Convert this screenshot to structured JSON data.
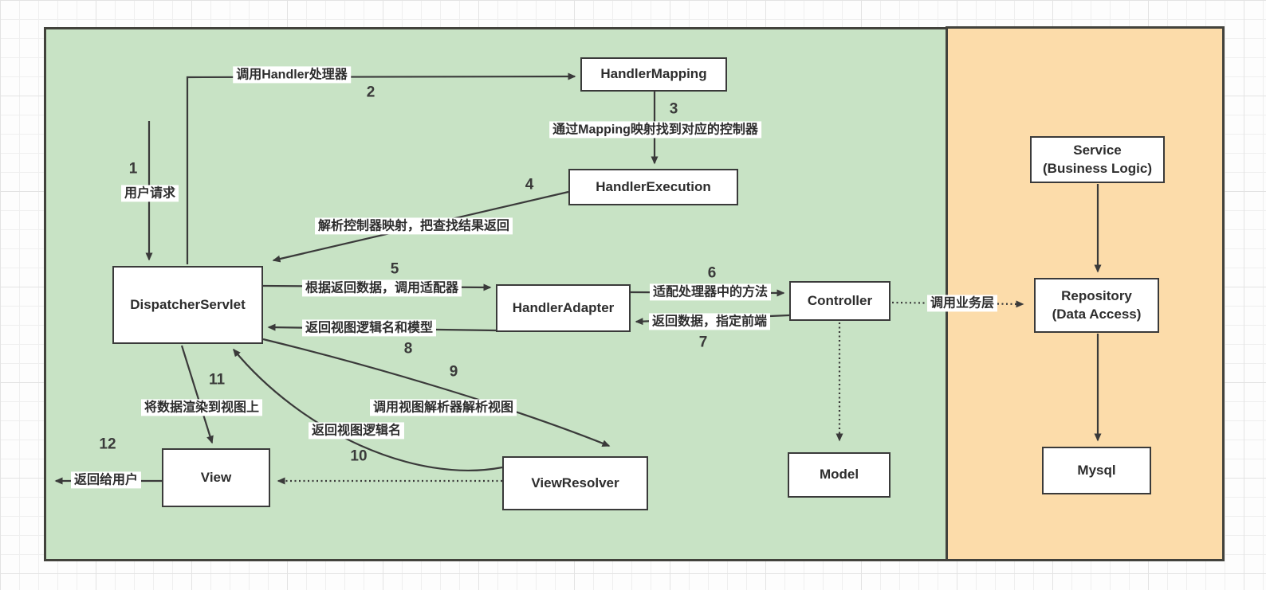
{
  "diagram": {
    "colors": {
      "web_panel_fill": "#c8e3c5",
      "business_panel_fill": "#fcdcaa",
      "node_fill": "#ffffff",
      "node_border": "#3a3a3a",
      "line_color": "#3a3a3a",
      "text_color": "#2d2d2d"
    },
    "nodes": {
      "handler_mapping": {
        "label": "HandlerMapping"
      },
      "handler_execution": {
        "label": "HandlerExecution"
      },
      "dispatcher_servlet": {
        "label": "DispatcherServlet"
      },
      "handler_adapter": {
        "label": "HandlerAdapter"
      },
      "controller": {
        "label": "Controller"
      },
      "model": {
        "label": "Model"
      },
      "view_resolver": {
        "label": "ViewResolver"
      },
      "view": {
        "label": "View"
      },
      "service": {
        "label": "Service\n(Business Logic)"
      },
      "repository": {
        "label": "Repository\n(Data Access)"
      },
      "mysql": {
        "label": "Mysql"
      }
    },
    "edge_labels": {
      "user_request": "用户请求",
      "call_handler": "调用Handler处理器",
      "via_mapping": "通过Mapping映射找到对应的控制器",
      "parse_mapping": "解析控制器映射，把查找结果返回",
      "by_return_data": "根据返回数据，调用适配器",
      "adapt_method": "适配处理器中的方法",
      "return_data": "返回数据，指定前端",
      "return_view_model": "返回视图逻辑名和模型",
      "call_view_resolver": "调用视图解析器解析视图",
      "return_view_name": "返回视图逻辑名",
      "render_to_view": "将数据渲染到视图上",
      "return_to_user": "返回给用户",
      "call_business": "调用业务层"
    },
    "steps": {
      "s1": "1",
      "s2": "2",
      "s3": "3",
      "s4": "4",
      "s5": "5",
      "s6": "6",
      "s7": "7",
      "s8": "8",
      "s9": "9",
      "s10": "10",
      "s11": "11",
      "s12": "12"
    }
  }
}
